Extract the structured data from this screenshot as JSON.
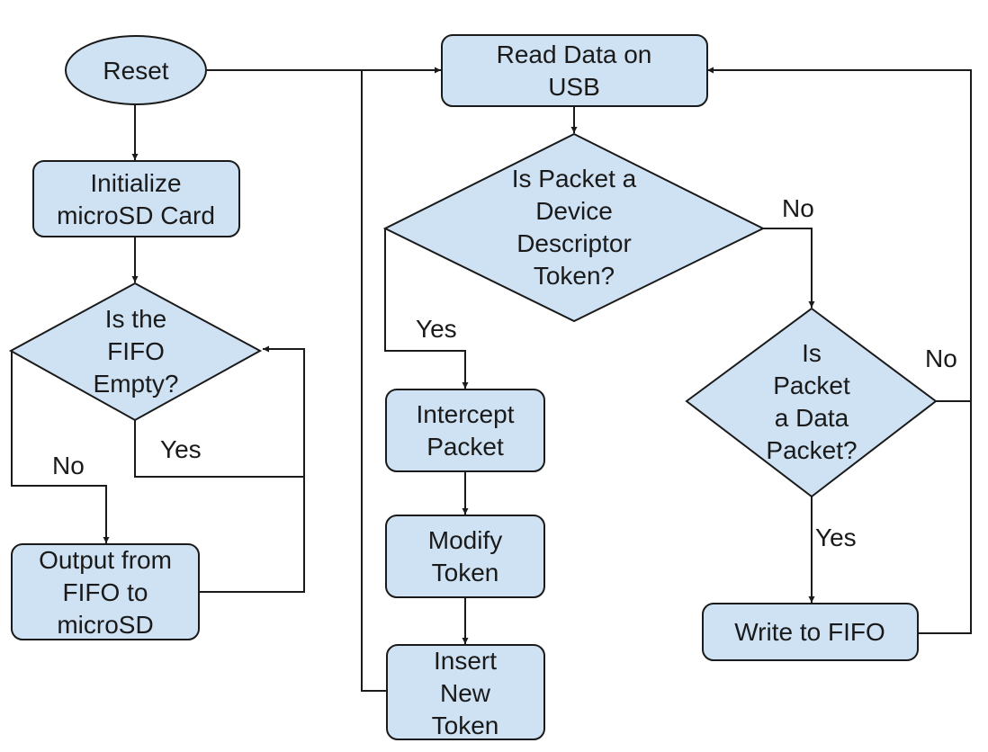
{
  "diagram": {
    "nodes": {
      "reset": [
        "Reset"
      ],
      "init_sd": [
        "Initialize",
        "microSD Card"
      ],
      "fifo_empty": [
        "Is the",
        "FIFO",
        "Empty?"
      ],
      "output_fifo": [
        "Output from",
        "FIFO to",
        "microSD"
      ],
      "read_usb": [
        "Read Data on",
        "USB"
      ],
      "is_descriptor": [
        "Is Packet a",
        "Device",
        "Descriptor",
        "Token?"
      ],
      "intercept": [
        "Intercept",
        "Packet"
      ],
      "modify": [
        "Modify",
        "Token"
      ],
      "insert": [
        "Insert",
        "New",
        "Token"
      ],
      "is_data": [
        "Is",
        "Packet",
        "a Data",
        "Packet?"
      ],
      "write_fifo": [
        "Write to FIFO"
      ]
    },
    "edge_labels": {
      "fifo_yes": "Yes",
      "fifo_no": "No",
      "descriptor_yes": "Yes",
      "descriptor_no": "No",
      "data_yes": "Yes",
      "data_no": "No"
    }
  }
}
